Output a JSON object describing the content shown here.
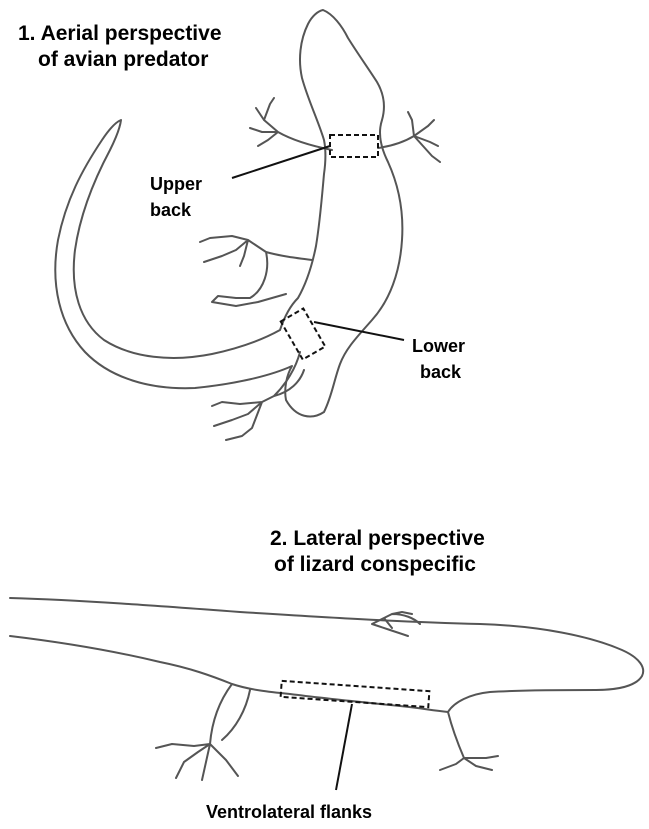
{
  "panel1": {
    "title_line1": "1. Aerial perspective",
    "title_line2": "of avian predator",
    "labels": {
      "upper_back_line1": "Upper",
      "upper_back_line2": "back",
      "lower_back_line1": "Lower",
      "lower_back_line2": "back"
    }
  },
  "panel2": {
    "title_line1": "2. Lateral perspective",
    "title_line2": "of lizard conspecific",
    "labels": {
      "flanks": "Ventrolateral flanks"
    }
  }
}
